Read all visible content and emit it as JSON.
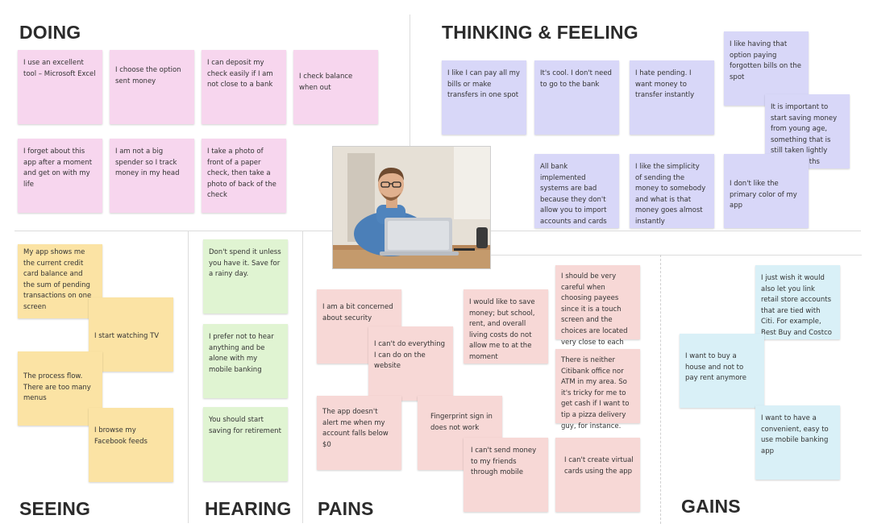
{
  "sections": {
    "doing": "DOING",
    "thinking": "THINKING & FEELING",
    "seeing": "SEEING",
    "hearing": "HEARING",
    "pains": "PAINS",
    "gains": "GAINS"
  },
  "colors": {
    "doing": "#f7d6ee",
    "thinking": "#d8d7f8",
    "seeing": "#fbe3a4",
    "hearing": "#e0f4d2",
    "pains": "#f7d8d6",
    "gains": "#d9f0f7"
  },
  "photo": {
    "icon": "person-at-laptop-photo"
  },
  "notes": {
    "doing": [
      "I use an excellent tool – Microsoft Excel",
      "I choose the option sent money",
      "I can deposit my check easily if I am not close to a bank",
      "I check balance when out",
      "I forget about this app after a moment and get on with my life",
      "I am not a big spender so I track money in my head",
      "I take a photo of front of a paper check, then take a photo of back of the check"
    ],
    "thinking": [
      "I like I can pay all my bills or make transfers in one spot",
      "It's cool. I don't need to go to the bank",
      "I hate pending. I want money to transfer instantly",
      "I like having that option paying forgotten bills on the spot",
      "It is important to start saving money from young age, something that is still taken lightly among youths",
      "All bank implemented systems are bad because they don't allow you to import accounts and cards",
      "I like the simplicity of sending the money to somebody and what is that money goes almost instantly",
      "I don't like the primary color of my app"
    ],
    "seeing": [
      "My app shows me the current credit card balance and the sum of pending transactions on one screen",
      "I start watching TV",
      "The process flow. There are too many menus",
      "I browse my Facebook feeds"
    ],
    "hearing": [
      "Don't spend it unless you have it. Save for a rainy day.",
      "I prefer not to hear anything and be alone with my mobile banking",
      "You should start saving for retirement"
    ],
    "pains": [
      "I am a bit concerned about security",
      "I can't do everything I can do on the website",
      "I would like to save money; but school, rent, and overall living costs do not allow me to at the moment",
      "I should be very careful when choosing payees since it is a touch screen and the choices are located very close to each other",
      "There is neither Citibank office nor ATM in my area. So it's tricky for me to get cash if I want to tip a pizza delivery guy, for instance.",
      "The app doesn't alert me when my account falls below $0",
      "Fingerprint sign in does not work",
      "I can't send money to my friends through mobile",
      "I can't create virtual cards using the app"
    ],
    "gains": [
      "I just wish it would also let you link retail store accounts that are tied with Citi. For example, Best Buy and Costco",
      "I want to buy a house and not to pay rent anymore",
      "I want to have a convenient, easy to use mobile banking app"
    ]
  }
}
